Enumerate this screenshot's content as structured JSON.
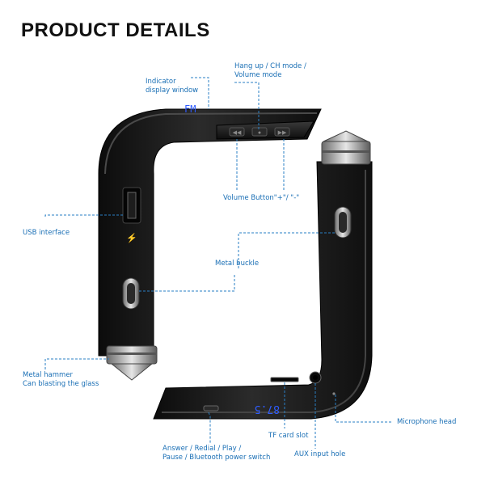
{
  "title": "PRODUCT DETAILS",
  "labels": {
    "indicator": [
      "Indicator",
      "display window"
    ],
    "hang_up": [
      "Hang up / CH mode /",
      "Volume mode"
    ],
    "volume_button": "Volume Button\"+\"/ \"-\"",
    "usb": "USB interface",
    "metal_buckle": "Metal buckle",
    "metal_hammer": [
      "Metal hammer",
      "Can blasting the glass"
    ],
    "microphone": "Microphone head",
    "tf_card": "TF card slot",
    "aux": "AUX input hole",
    "answer": [
      "Answer / Redial / Play /",
      "Pause / Bluetooth power switch"
    ]
  },
  "display_text": {
    "top": "FM",
    "bottom": "87.5"
  },
  "colors": {
    "accent": "#2a7fc4",
    "label": "#1a6fb5",
    "device": "#1b1b1b"
  }
}
